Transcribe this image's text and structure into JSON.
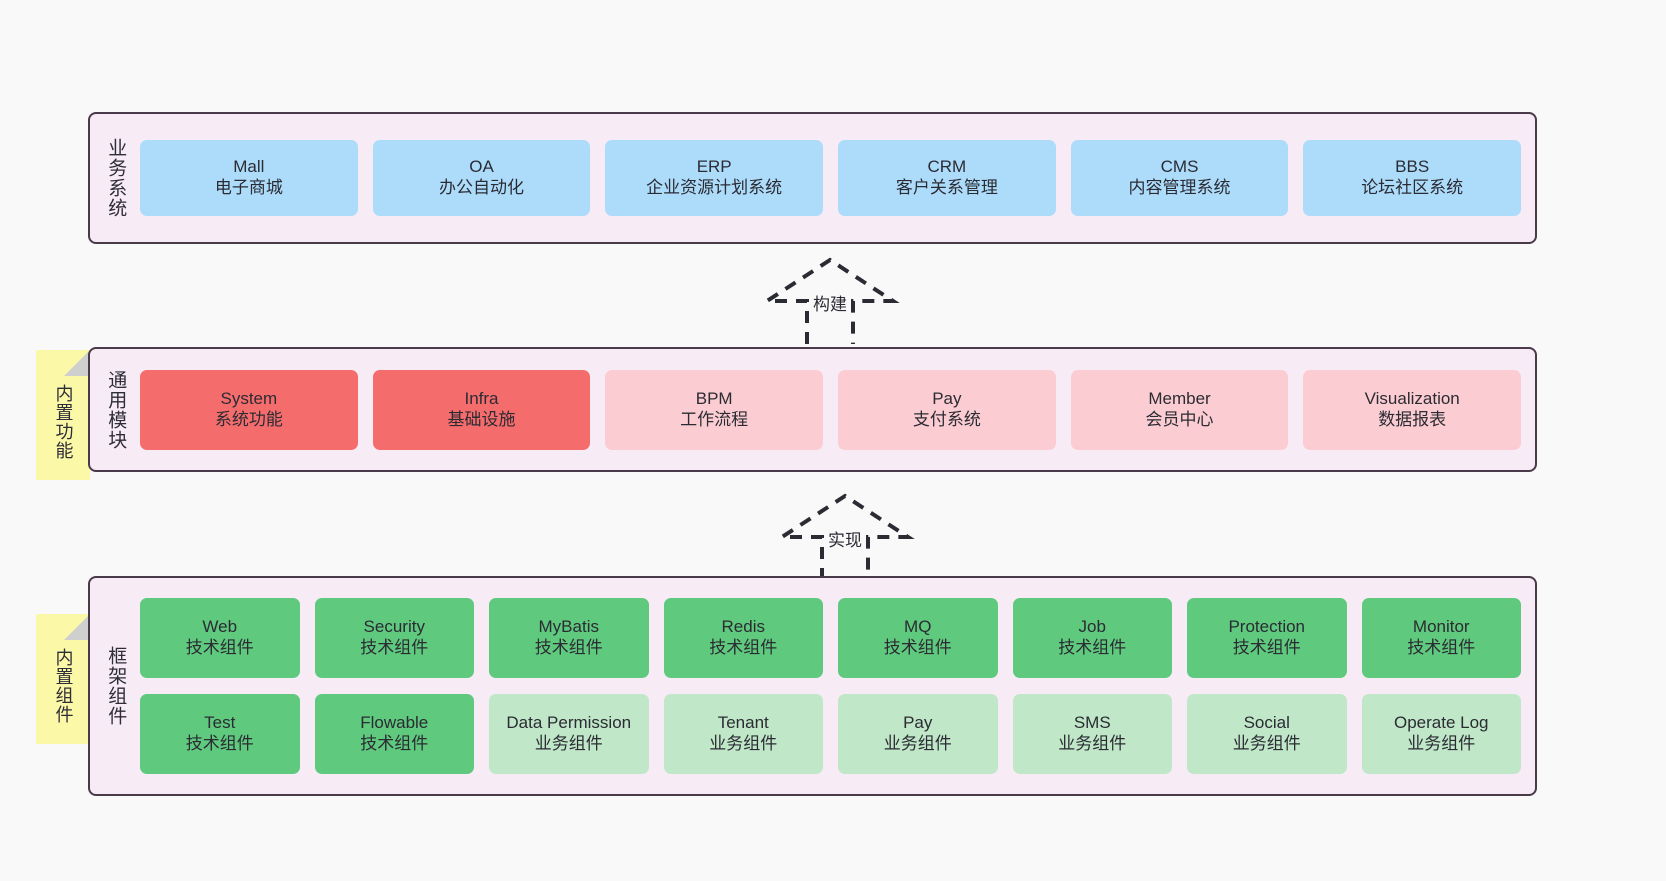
{
  "theme": {
    "page_background": "#f9f9f9",
    "layer_background": "#f7ebf5",
    "layer_border": "#4a3a4a",
    "blue": "#addcfb",
    "red": "#f56c6c",
    "pink": "#fbcdd2",
    "green": "#5fc97e",
    "green_light": "#bfe7c8",
    "sticky_yellow": "#fbf8a8",
    "sticky_fold": "#cfcfcf"
  },
  "layers": [
    {
      "id": "business",
      "title": "业务系统",
      "rows": [
        {
          "cells": [
            {
              "en": "Mall",
              "cn": "电子商城",
              "color": "blue"
            },
            {
              "en": "OA",
              "cn": "办公自动化",
              "color": "blue"
            },
            {
              "en": "ERP",
              "cn": "企业资源计划系统",
              "color": "blue"
            },
            {
              "en": "CRM",
              "cn": "客户关系管理",
              "color": "blue"
            },
            {
              "en": "CMS",
              "cn": "内容管理系统",
              "color": "blue"
            },
            {
              "en": "BBS",
              "cn": "论坛社区系统",
              "color": "blue"
            }
          ]
        }
      ]
    },
    {
      "id": "modules",
      "title": "通用模块",
      "sticky": "内置功能",
      "rows": [
        {
          "cells": [
            {
              "en": "System",
              "cn": "系统功能",
              "color": "red"
            },
            {
              "en": "Infra",
              "cn": "基础设施",
              "color": "red"
            },
            {
              "en": "BPM",
              "cn": "工作流程",
              "color": "pink"
            },
            {
              "en": "Pay",
              "cn": "支付系统",
              "color": "pink"
            },
            {
              "en": "Member",
              "cn": "会员中心",
              "color": "pink"
            },
            {
              "en": "Visualization",
              "cn": "数据报表",
              "color": "pink"
            }
          ]
        }
      ]
    },
    {
      "id": "framework",
      "title": "框架组件",
      "sticky": "内置组件",
      "rows": [
        {
          "cells": [
            {
              "en": "Web",
              "cn": "技术组件",
              "color": "green"
            },
            {
              "en": "Security",
              "cn": "技术组件",
              "color": "green"
            },
            {
              "en": "MyBatis",
              "cn": "技术组件",
              "color": "green"
            },
            {
              "en": "Redis",
              "cn": "技术组件",
              "color": "green"
            },
            {
              "en": "MQ",
              "cn": "技术组件",
              "color": "green"
            },
            {
              "en": "Job",
              "cn": "技术组件",
              "color": "green"
            },
            {
              "en": "Protection",
              "cn": "技术组件",
              "color": "green"
            },
            {
              "en": "Monitor",
              "cn": "技术组件",
              "color": "green"
            }
          ]
        },
        {
          "cells": [
            {
              "en": "Test",
              "cn": "技术组件",
              "color": "green"
            },
            {
              "en": "Flowable",
              "cn": "技术组件",
              "color": "green"
            },
            {
              "en": "Data Permission",
              "cn": "业务组件",
              "color": "green-light"
            },
            {
              "en": "Tenant",
              "cn": "业务组件",
              "color": "green-light"
            },
            {
              "en": "Pay",
              "cn": "业务组件",
              "color": "green-light"
            },
            {
              "en": "SMS",
              "cn": "业务组件",
              "color": "green-light"
            },
            {
              "en": "Social",
              "cn": "业务组件",
              "color": "green-light"
            },
            {
              "en": "Operate Log",
              "cn": "业务组件",
              "color": "green-light"
            }
          ]
        }
      ]
    }
  ],
  "arrows": [
    {
      "id": "build",
      "label": "构建",
      "direction": "up"
    },
    {
      "id": "implement",
      "label": "实现",
      "direction": "up"
    }
  ]
}
